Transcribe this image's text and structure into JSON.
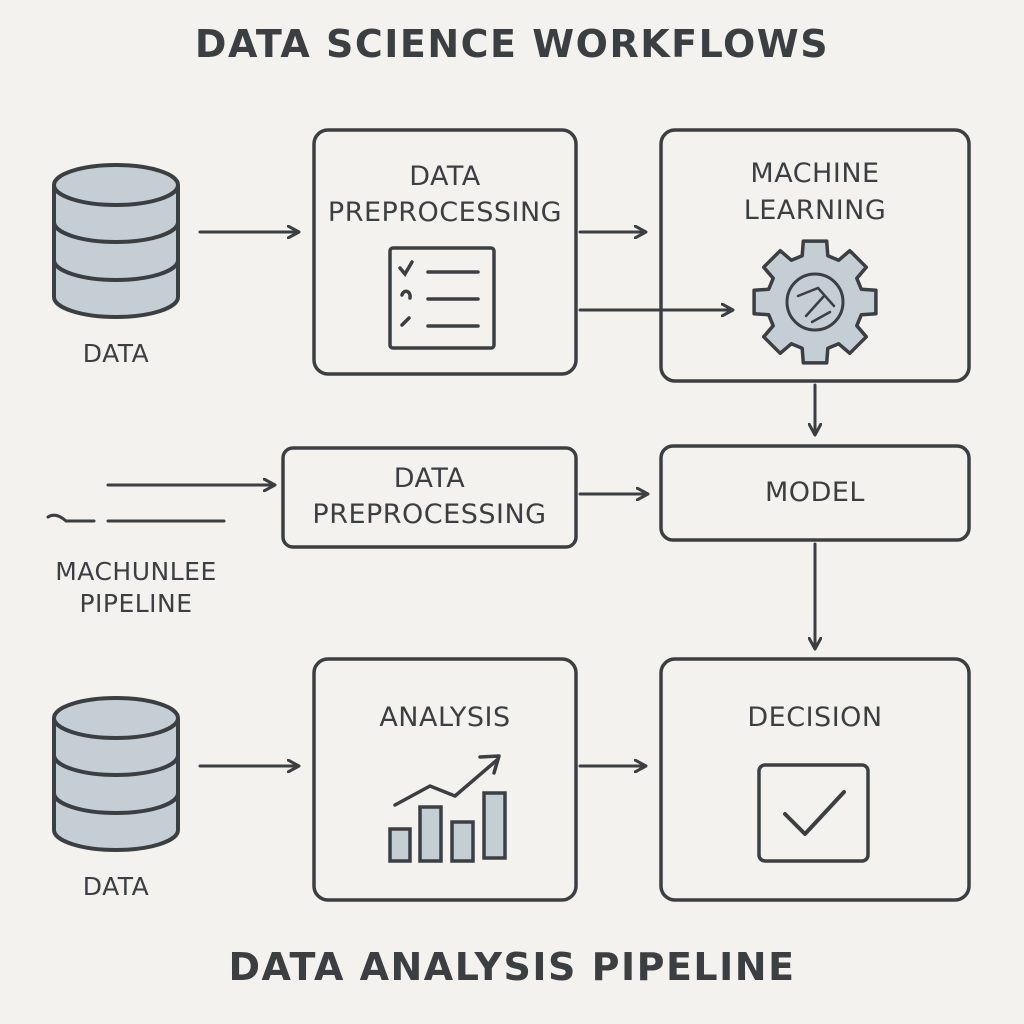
{
  "title": "DATA SCIENCE WORKFLOWS",
  "footer": "DATA ANALYSIS PIPELINE",
  "nodes": {
    "data_top": {
      "label": "DATA"
    },
    "preprocessing_top": {
      "line1": "DATA",
      "line2": "PREPROCESSING"
    },
    "machine_learning": {
      "line1": "MACHINE",
      "line2": "LEARNING"
    },
    "pipeline": {
      "line1": "MACHUNLEE",
      "line2": "PIPELINE"
    },
    "preprocessing_mid": {
      "line1": "DATA",
      "line2": "PREPROCESSING"
    },
    "model": {
      "label": "MODEL"
    },
    "data_bottom": {
      "label": "DATA"
    },
    "analysis": {
      "label": "ANALYSIS"
    },
    "decision": {
      "label": "DECISION"
    }
  },
  "colors": {
    "background": "#f4f2ee",
    "stroke": "#3c3f42",
    "fill": "#c5ced4",
    "text": "#3c3f42"
  },
  "icons": {
    "database": "database-icon",
    "checklist": "checklist-icon",
    "gear": "gear-icon",
    "bar_chart": "bar-chart-icon",
    "checkbox": "checkbox-check-icon"
  }
}
